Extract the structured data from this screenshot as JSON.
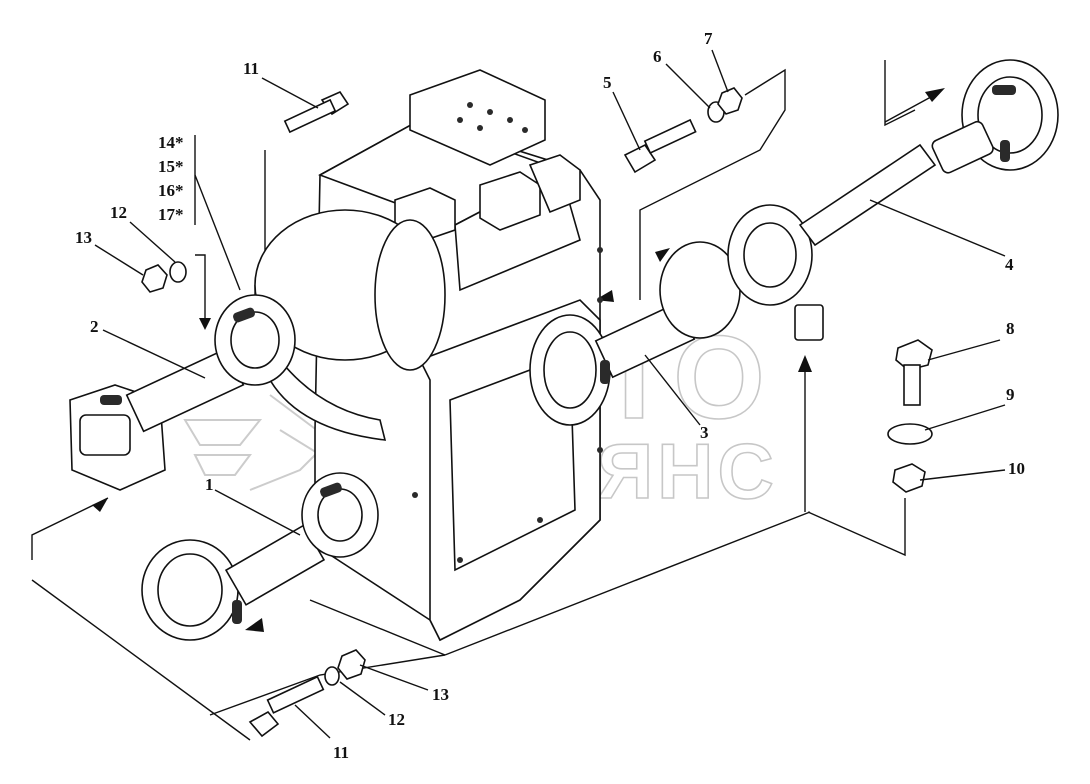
{
  "watermark": {
    "line1": "АВТО",
    "line2": "АЛЬЯНС"
  },
  "callouts": {
    "c1": "1",
    "c2": "2",
    "c3": "3",
    "c4": "4",
    "c5": "5",
    "c6": "6",
    "c7": "7",
    "c8": "8",
    "c9": "9",
    "c10": "10",
    "c11_top": "11",
    "c11_bottom": "11",
    "c12_left": "12",
    "c12_bottom": "12",
    "c13_left": "13",
    "c13_bottom": "13",
    "c14": "14*",
    "c15": "15*",
    "c16": "16*",
    "c17": "17*"
  },
  "colors": {
    "ink": "#111111",
    "watermark": "#9a9a9a",
    "background": "#ffffff"
  }
}
